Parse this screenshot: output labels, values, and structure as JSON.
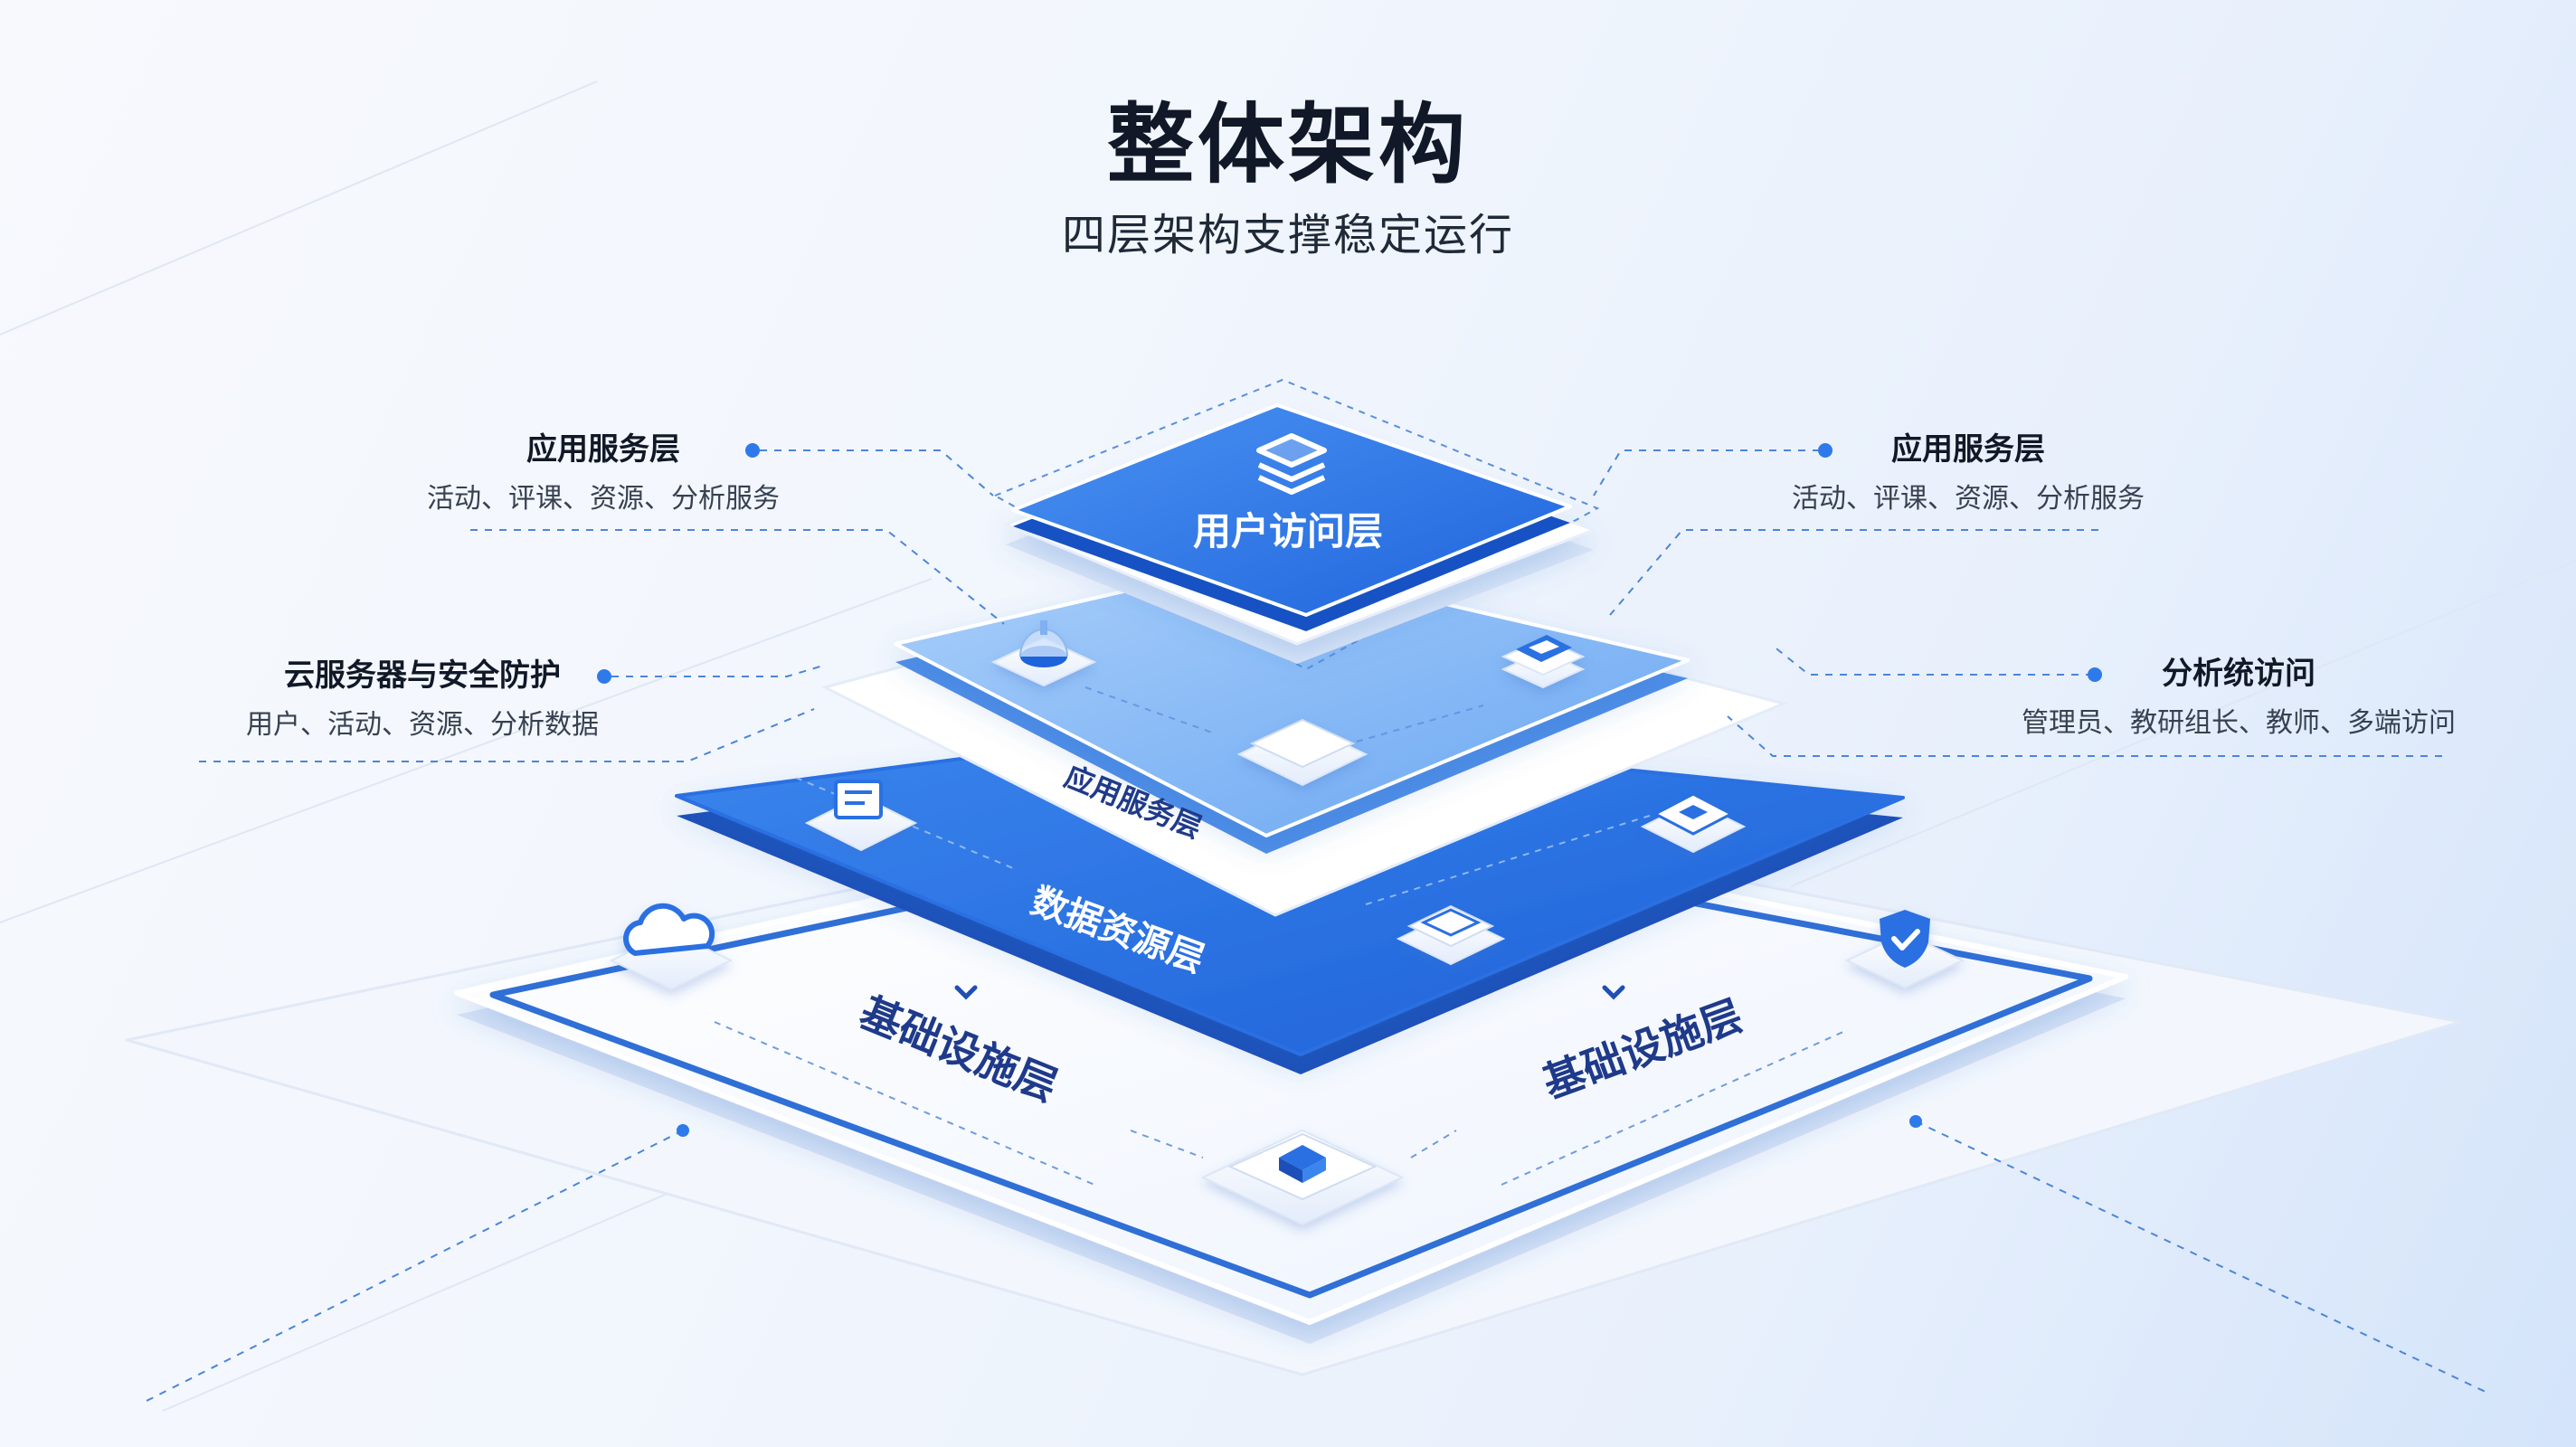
{
  "title": "整体架构",
  "subtitle": "四层架构支撑稳定运行",
  "layers": {
    "top": "用户访问层",
    "second": "应用服务层",
    "third": "数据资源层",
    "base_left": "基础设施层",
    "base_right": "基础设施层"
  },
  "callouts": {
    "left_top": {
      "title": "应用服务层",
      "desc": "活动、评课、资源、分析服务"
    },
    "left_mid": {
      "title": "云服务器与安全防护",
      "desc": "用户、活动、资源、分析数据"
    },
    "right_top": {
      "title": "应用服务层",
      "desc": "活动、评课、资源、分析服务"
    },
    "right_mid": {
      "title": "分析统访问",
      "desc": "管理员、教研组长、教师、多端访问"
    }
  },
  "colors": {
    "primary_blue": "#2a74e6",
    "mid_blue": "#2f7aea",
    "light_blue": "#83b8f7",
    "base_border": "#2f6fd6",
    "layer_text_dark": "#1f3a8a"
  },
  "icons": [
    "stack-icon",
    "dome-icon",
    "tablet-icon",
    "device-icon",
    "terminal-icon",
    "drive-icon",
    "server-icon",
    "cloud-icon",
    "shield-check-icon",
    "chip-icon",
    "chevron-down-icon"
  ]
}
